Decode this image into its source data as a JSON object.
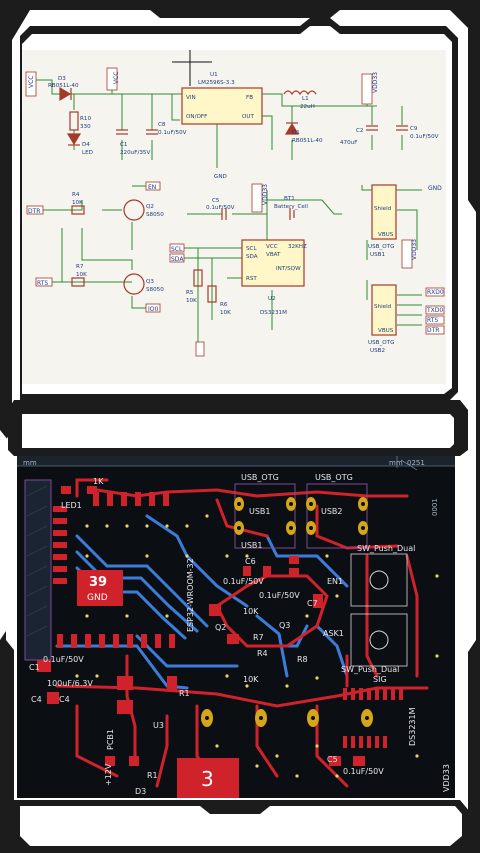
{
  "colors": {
    "frame_dark": "#1c1c1c",
    "frame_light": "#ffffff",
    "schematic_bg": "#f5f4ef",
    "schematic_wire": "#2e8b2e",
    "schematic_part": "#a33a2a",
    "schematic_fill": "#fff7c8",
    "pcb_bg": "#0b0f14",
    "pcb_front": "#d0222a",
    "pcb_back": "#3b7dd8",
    "pcb_pad": "#d6a619",
    "pcb_silk": "#e6e6e6"
  },
  "schematic": {
    "power_labels": {
      "vcc": "VCC",
      "vcc2": "VCC",
      "vdd33": "VDD33",
      "vdd33_b": "VDD33",
      "vdd33_c": "VDD33",
      "en": "EN",
      "io0": "IO0",
      "dtr": "DTR",
      "rts": "RTS",
      "scl": "SCL",
      "sda": "SDA",
      "gnd_ref": "GND"
    },
    "d3": {
      "ref": "D3",
      "value": "RB051L-40"
    },
    "r10": {
      "ref": "R10",
      "value": "330"
    },
    "d4": {
      "ref": "D4",
      "value": "LED"
    },
    "c1": {
      "ref": "C1",
      "value": "220uF/35V"
    },
    "c8": {
      "ref": "C8",
      "value": "0.1uF/50V"
    },
    "u1": {
      "ref": "U1",
      "value": "LM2596S-3.3",
      "pin_vin": "VIN",
      "pin_onoff": "ON/OFF",
      "pin_fb": "FB",
      "pin_out": "OUT",
      "pin_gnd": "GND"
    },
    "l1": {
      "ref": "L1",
      "value": "22uH"
    },
    "d1": {
      "ref": "D1",
      "value": "RB051L-40"
    },
    "c2": {
      "ref": "C2",
      "value": "470uF"
    },
    "c9": {
      "ref": "C9",
      "value": "0.1uF/50V"
    },
    "r4": {
      "ref": "R4",
      "value": "10K"
    },
    "q2": {
      "ref": "Q2",
      "value": "S8050"
    },
    "r7": {
      "ref": "R7",
      "value": "10K"
    },
    "q3": {
      "ref": "Q3",
      "value": "S8050"
    },
    "c5": {
      "ref": "C5",
      "value": "0.1uF/50V"
    },
    "bt1": {
      "ref": "BT1",
      "value": "Battery_Cell"
    },
    "u2": {
      "ref": "U2",
      "value": "DS3231M",
      "freq": "32KHZ",
      "pin_scl": "SCL",
      "pin_sda": "SDA",
      "pin_rst": "RST",
      "pin_int": "INT/SQW",
      "pin_vcc": "VCC",
      "pin_vbat": "VBAT"
    },
    "r5": {
      "ref": "R5",
      "value": "10K"
    },
    "r6": {
      "ref": "R6",
      "value": "10K"
    },
    "usb1": {
      "ref": "USB1",
      "value": "USB_OTG",
      "shield": "Shield",
      "vbus": "VBUS"
    },
    "usb2": {
      "ref": "USB2",
      "value": "USB_OTG",
      "shield": "Shield",
      "vbus": "VBUS"
    },
    "net_labels": {
      "rxd0": "RXD0",
      "txd0": "TXD0",
      "rts": "RTS",
      "dtr": "DTR"
    }
  },
  "pcb": {
    "ruler_unit": "mm",
    "ruler_unit_right": "mm",
    "ruler_value": "0251",
    "ruler_value_side": "0001",
    "labels": {
      "r_1k": "1K",
      "led1": "LED1",
      "gnd_pad": "39",
      "gnd_pad_label": "GND",
      "esp_module": "ESP32-WROOM-32",
      "usb_otg_1": "USB_OTG",
      "usb_otg_2": "USB_OTG",
      "usb1": "USB1",
      "usb2": "USB2",
      "c6": "C6",
      "c6_val": "0.1uF/50V",
      "c7": "C7",
      "c7_val": "0.1uF/50V",
      "r10k": "10K",
      "r7": "R7",
      "r4": "R4",
      "q3": "Q3",
      "r8": "R8",
      "q2": "Q2",
      "ask1": "ASK1",
      "r10k_b": "10K",
      "en1": "EN1",
      "sw_push_dual": "SW_Push_Dual",
      "sw_push_dual_2": "SW_Push_Dual",
      "c1": "C1",
      "c1_val": "0.1uF/50V",
      "c4": "C4",
      "c4_val": "100uF/6.3V",
      "c4_b": "C4",
      "pcb1": "PCB1",
      "r1": "R1",
      "u3": "U3",
      "v12": "+12V",
      "r1_b": "R1",
      "d3": "D3",
      "pad3": "3",
      "c5": "C5",
      "c5_val": "0.1uF/50V",
      "vdd33": "VDD33",
      "ds3231m": "DS3231M",
      "sig": "SIG"
    }
  }
}
